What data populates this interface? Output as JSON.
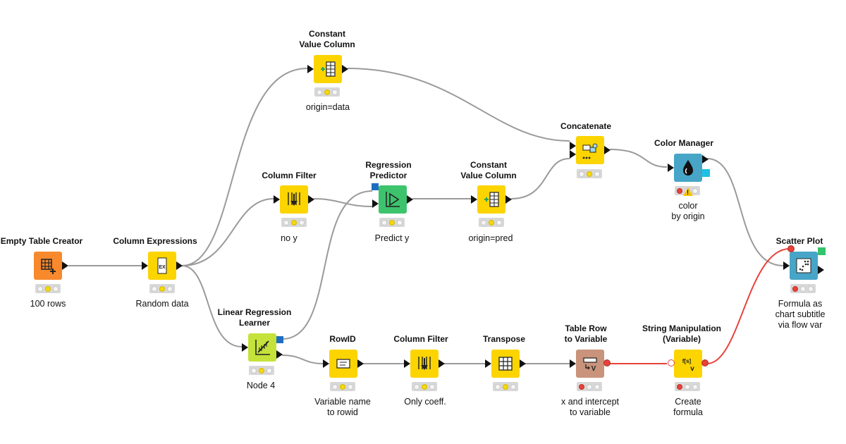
{
  "nodes": {
    "empty_table_creator": {
      "title": "Empty Table Creator",
      "annotation": "100 rows",
      "color": "#f8892c",
      "icon": "table-plus-icon",
      "status": "yellow"
    },
    "column_expressions": {
      "title": "Column Expressions",
      "annotation": "Random data",
      "color": "#fcd400",
      "icon": "expression-icon",
      "status": "yellow"
    },
    "constant_value_column_top": {
      "title": "Constant\nValue Column",
      "annotation": "origin=data",
      "color": "#fcd400",
      "icon": "constant-column-icon",
      "status": "yellow"
    },
    "column_filter_top": {
      "title": "Column Filter",
      "annotation": "no y",
      "color": "#fcd400",
      "icon": "column-filter-icon",
      "status": "yellow"
    },
    "regression_predictor": {
      "title": "Regression\nPredictor",
      "annotation": "Predict y",
      "color": "#3ec36d",
      "icon": "predictor-icon",
      "status": "yellow"
    },
    "constant_value_column_mid": {
      "title": "Constant\nValue Column",
      "annotation": "origin=pred",
      "color": "#fcd400",
      "icon": "constant-column-icon",
      "status": "yellow"
    },
    "concatenate": {
      "title": "Concatenate",
      "annotation": "",
      "color": "#fcd400",
      "icon": "concatenate-icon",
      "status": "yellow"
    },
    "color_manager": {
      "title": "Color Manager",
      "annotation": "color\nby origin",
      "color": "#47a5c7",
      "icon": "color-drop-icon",
      "status": "red-warning"
    },
    "scatter_plot": {
      "title": "Scatter Plot",
      "annotation": "Formula as\nchart subtitle\nvia flow var",
      "color": "#47a5c7",
      "icon": "scatter-plot-icon",
      "status": "red"
    },
    "linear_regression_learner": {
      "title": "Linear Regression\nLearner",
      "annotation": "Node 4",
      "color": "#c5e23a",
      "icon": "regression-learner-icon",
      "status": "yellow"
    },
    "rowid": {
      "title": "RowID",
      "annotation": "Variable name\nto rowid",
      "color": "#fcd400",
      "icon": "rowid-icon",
      "status": "yellow"
    },
    "column_filter_bottom": {
      "title": "Column Filter",
      "annotation": "Only coeff.",
      "color": "#fcd400",
      "icon": "column-filter-icon",
      "status": "yellow"
    },
    "transpose": {
      "title": "Transpose",
      "annotation": "",
      "color": "#fcd400",
      "icon": "transpose-icon",
      "status": "yellow"
    },
    "table_row_to_variable": {
      "title": "Table Row\nto Variable",
      "annotation": "x and intercept\nto variable",
      "color": "#c9947b",
      "icon": "row-to-variable-icon",
      "status": "red"
    },
    "string_manipulation_variable": {
      "title": "String Manipulation\n(Variable)",
      "annotation": "Create\nformula",
      "color": "#fcd400",
      "icon": "string-formula-icon",
      "status": "red"
    }
  },
  "colors": {
    "connection": "#9a9a9a",
    "variable_connection": "#e8423a"
  }
}
